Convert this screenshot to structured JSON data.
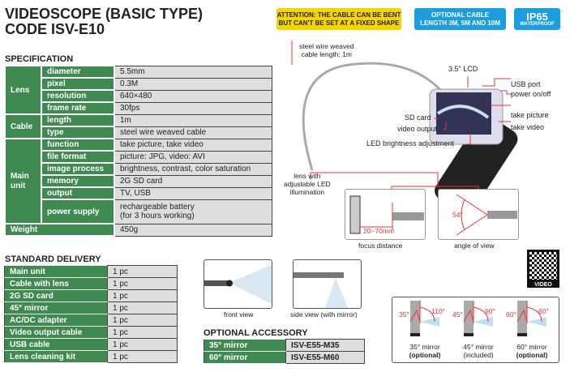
{
  "header": {
    "title_line1": "VIDEOSCOPE (BASIC TYPE)",
    "title_line2": "CODE ISV-E10"
  },
  "badges": {
    "attention_line1": "ATTENTION: THE CABLE CAN BE BENT",
    "attention_line2": "BUT CAN'T BE SET AT A FIXED SHAPE",
    "cable_line1": "OPTIONAL CABLE",
    "cable_line2": "LENGTH 3M, 5M AND 10M",
    "ip": "IP65",
    "ip_sub": "WATERPROOF",
    "yellow": "#f5d500",
    "blue": "#1a9ee0"
  },
  "specification": {
    "title": "SPECIFICATION",
    "groups": {
      "lens": "Lens",
      "cable": "Cable",
      "main": "Main unit",
      "weight": "Weight"
    },
    "rows": [
      {
        "label": "diameter",
        "value": "5.5mm"
      },
      {
        "label": "pixel",
        "value": "0.3M"
      },
      {
        "label": "resolution",
        "value": "640×480"
      },
      {
        "label": "frame rate",
        "value": "30fps"
      },
      {
        "label": "length",
        "value": "1m"
      },
      {
        "label": "type",
        "value": "steel wire weaved cable"
      },
      {
        "label": "function",
        "value": "take picture, take video"
      },
      {
        "label": "file format",
        "value": "picture: JPG, video: AVI"
      },
      {
        "label": "image process",
        "value": "brightness, contrast, color saturation"
      },
      {
        "label": "memory",
        "value": "2G SD card"
      },
      {
        "label": "output",
        "value": "TV, USB"
      },
      {
        "label": "power supply",
        "value": "rechargeable battery",
        "value2": "(for 3 hours working)"
      }
    ],
    "weight_value": "450g"
  },
  "delivery": {
    "title": "STANDARD DELIVERY",
    "rows": [
      {
        "item": "Main unit",
        "qty": "1 pc"
      },
      {
        "item": "Cable with lens",
        "qty": "1 pc"
      },
      {
        "item": "2G SD card",
        "qty": "1 pc"
      },
      {
        "item": "45° mirror",
        "qty": "1 pc"
      },
      {
        "item": "AC/DC adapter",
        "qty": "1 pc"
      },
      {
        "item": "Video output cable",
        "qty": "1 pc"
      },
      {
        "item": "USB cable",
        "qty": "1 pc"
      },
      {
        "item": "Lens cleaning kit",
        "qty": "1 pc"
      }
    ]
  },
  "views": {
    "front": "front view",
    "side": "side view (with mirror)"
  },
  "accessory": {
    "title": "OPTIONAL ACCESSORY",
    "rows": [
      {
        "item": "35° mirror",
        "code": "ISV-E55-M35"
      },
      {
        "item": "60° mirror",
        "code": "ISV-E55-M60"
      }
    ]
  },
  "device": {
    "cable": "steel wire weaved",
    "cable2": "cable length: 1m",
    "lcd": "3.5\" LCD",
    "usb": "USB port",
    "power": "power on/off",
    "sd": "SD card",
    "video_out": "video output",
    "take_picture": "take picture",
    "take_video": "take video",
    "led": "LED brightness adjustment",
    "lens1": "lens with",
    "lens2": "adjustable LED",
    "lens3": "illumination",
    "focus_value": "20~70mm",
    "focus": "focus distance",
    "angle_value": "54°",
    "angle": "angle of view"
  },
  "qr": {
    "label": "VIDEO"
  },
  "mirrors": [
    {
      "angle": "35°",
      "view": "110°",
      "name": "35° mirror",
      "note": "(optional)"
    },
    {
      "angle": "45°",
      "view": "90°",
      "name": "45° mirror",
      "note": "(included)"
    },
    {
      "angle": "60°",
      "view": "60°",
      "name": "60° mirror",
      "note": "(optional)"
    }
  ]
}
